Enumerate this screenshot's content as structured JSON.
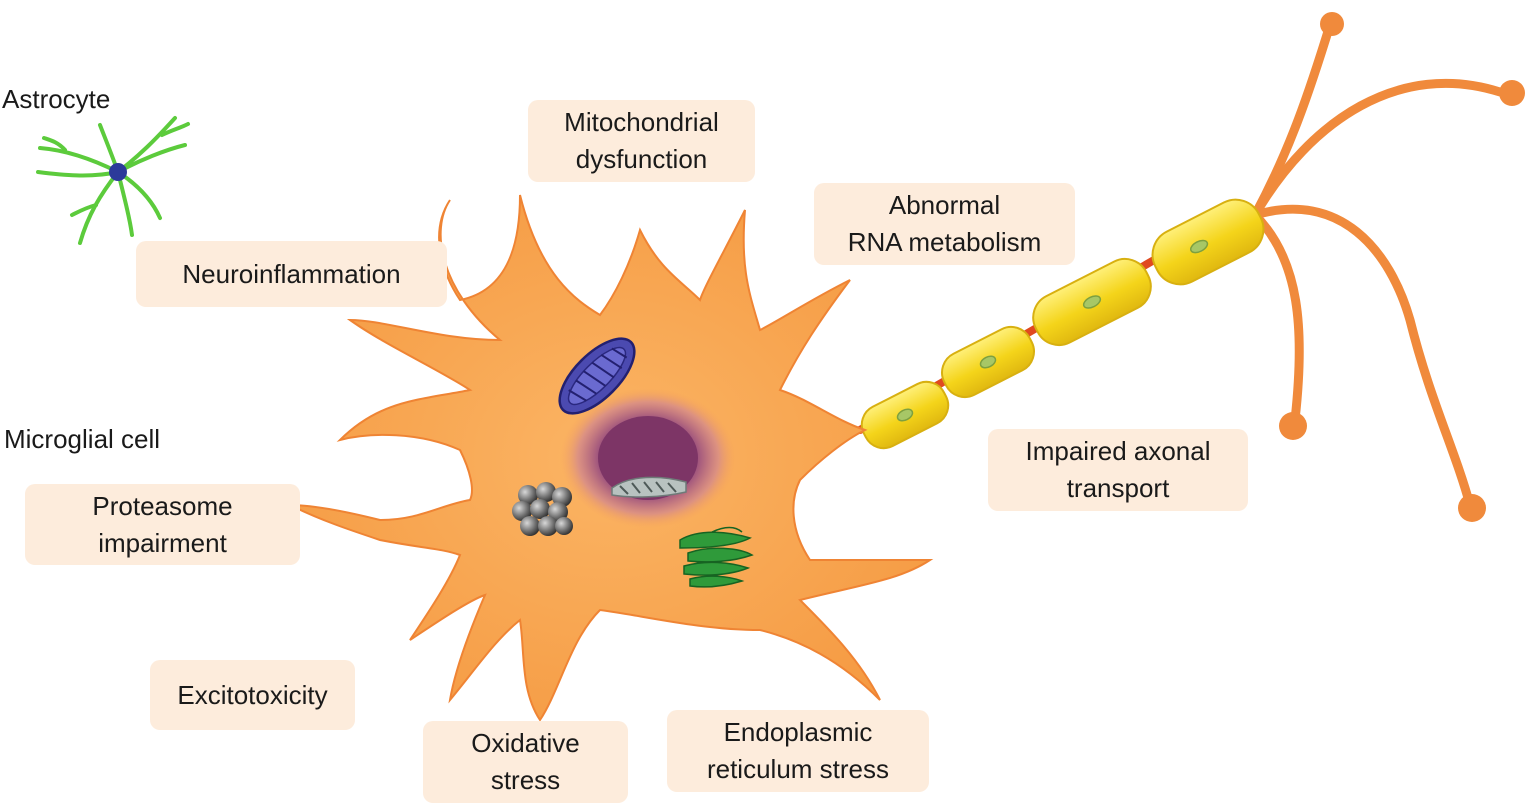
{
  "colors": {
    "box_fill": "#fdecdc",
    "neuron": "#f7a04a",
    "neuron_edge": "#ef8434",
    "myelin": "#f4d41a",
    "axon_core": "#e04a20",
    "astrocyte": "#5ccb3c",
    "microglia": "#8c8c8c",
    "mitochondrion": "#4b4ab0",
    "er": "#2f9a3a",
    "proteasome": "#6e6e6e",
    "nucleus": "#8a3a6e"
  },
  "cells": {
    "astrocyte": "Astrocyte",
    "microglia": "Microglial cell"
  },
  "labels": {
    "mitochondrial": [
      "Mitochondrial",
      "dysfunction"
    ],
    "rna": [
      "Abnormal",
      "RNA metabolism"
    ],
    "neuroinflammation": [
      "Neuroinflammation"
    ],
    "proteasome": [
      "Proteasome",
      "impairment"
    ],
    "axonal": [
      "Impaired axonal",
      "transport"
    ],
    "excitotoxicity": [
      "Excitotoxicity"
    ],
    "oxidative": [
      "Oxidative",
      "stress"
    ],
    "er_stress": [
      "Endoplasmic",
      "reticulum stress"
    ]
  }
}
